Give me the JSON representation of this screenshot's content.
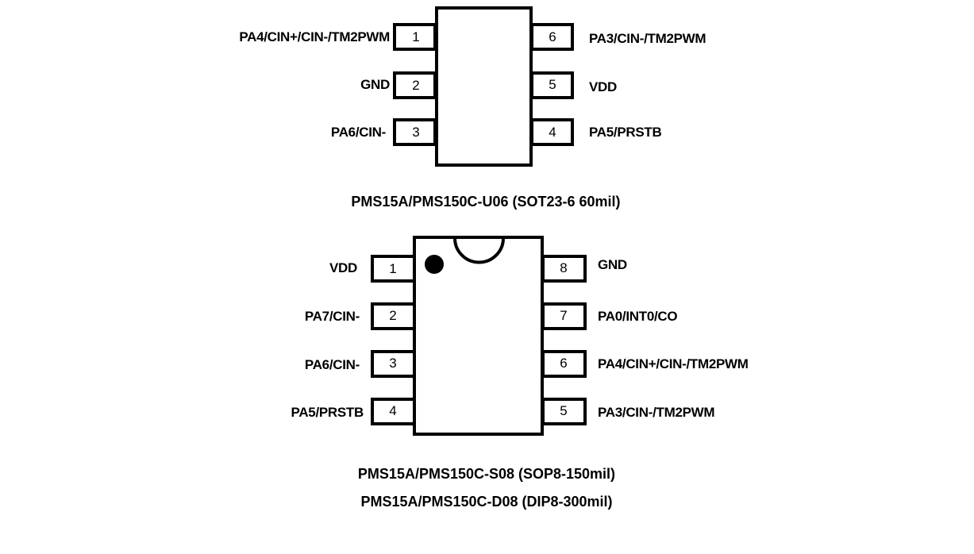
{
  "sot23": {
    "caption": "PMS15A/PMS150C-U06 (SOT23-6 60mil)",
    "left_pins": [
      {
        "num": "1",
        "label": "PA4/CIN+/CIN-/TM2PWM"
      },
      {
        "num": "2",
        "label": "GND"
      },
      {
        "num": "3",
        "label": "PA6/CIN-"
      }
    ],
    "right_pins": [
      {
        "num": "6",
        "label": "PA3/CIN-/TM2PWM"
      },
      {
        "num": "5",
        "label": "VDD"
      },
      {
        "num": "4",
        "label": "PA5/PRSTB"
      }
    ]
  },
  "sop8": {
    "caption_1": "PMS15A/PMS150C-S08 (SOP8-150mil)",
    "caption_2": "PMS15A/PMS150C-D08 (DIP8-300mil)",
    "left_pins": [
      {
        "num": "1",
        "label": "VDD"
      },
      {
        "num": "2",
        "label": "PA7/CIN-"
      },
      {
        "num": "3",
        "label": "PA6/CIN-"
      },
      {
        "num": "4",
        "label": "PA5/PRSTB"
      }
    ],
    "right_pins": [
      {
        "num": "8",
        "label": "GND"
      },
      {
        "num": "7",
        "label": "PA0/INT0/CO"
      },
      {
        "num": "6",
        "label": "PA4/CIN+/CIN-/TM2PWM"
      },
      {
        "num": "5",
        "label": "PA3/CIN-/TM2PWM"
      }
    ]
  }
}
